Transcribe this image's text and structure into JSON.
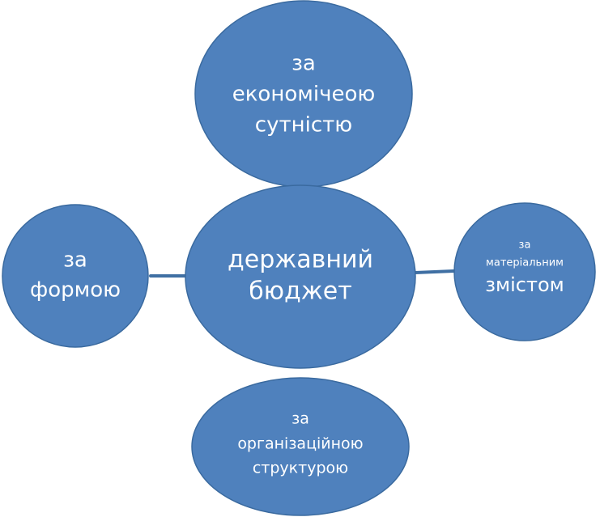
{
  "diagram": {
    "colors": {
      "node_fill": "#4f81bd",
      "node_border": "#3a6a9f",
      "connector": "#3f6fa3",
      "text": "#ffffff"
    },
    "center": {
      "lines": [
        "державний",
        "бюджет"
      ]
    },
    "top": {
      "lines": [
        "за",
        "економічеою",
        "сутністю"
      ]
    },
    "left": {
      "lines": [
        "за",
        "формою"
      ]
    },
    "right": {
      "lines": [
        "за",
        "матеріальним",
        "змістом"
      ]
    },
    "bottom": {
      "lines": [
        "за",
        "організаційною",
        "структурою"
      ]
    }
  }
}
